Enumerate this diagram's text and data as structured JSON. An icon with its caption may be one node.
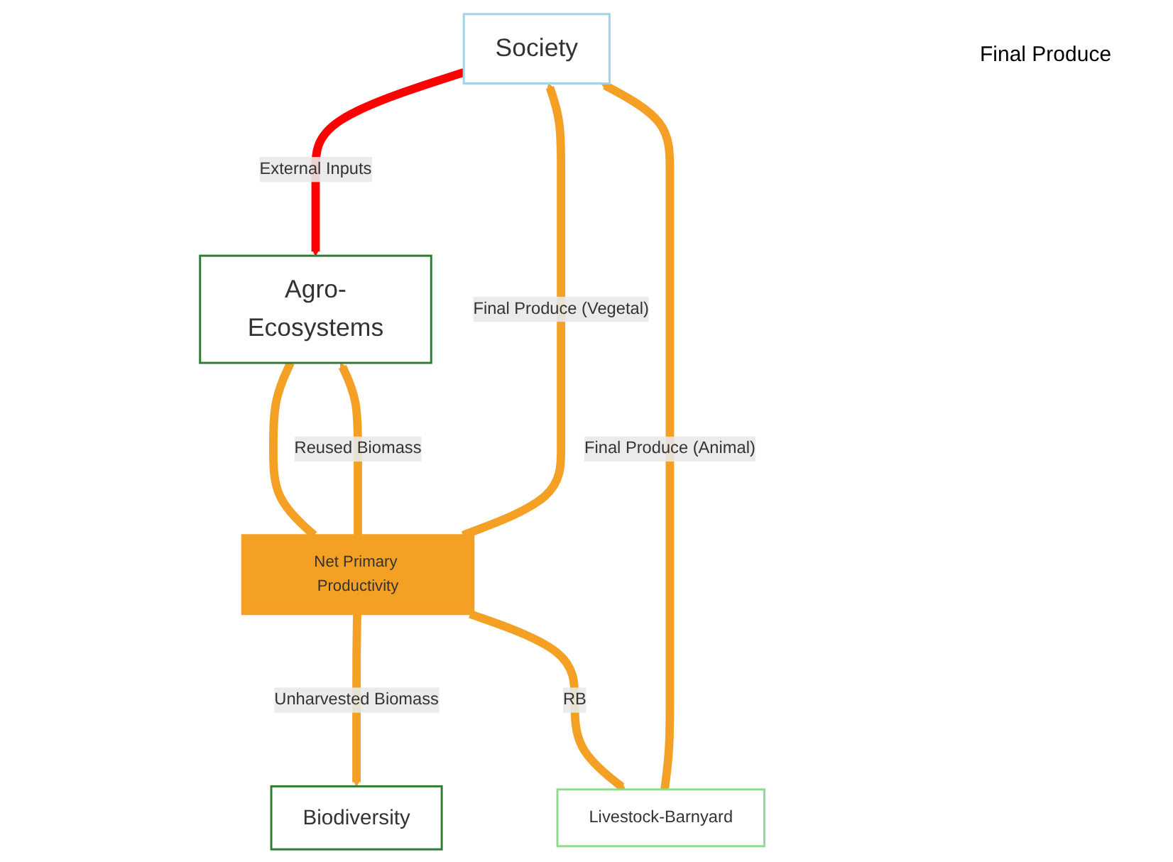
{
  "diagram": {
    "nodes": [
      {
        "text": [
          "Society"
        ]
      },
      {
        "text": [
          "Livestock-Barnyard"
        ]
      },
      {
        "text": [
          "Agro-Ecosystems"
        ]
      },
      {
        "text": [
          "Biodiversity"
        ]
      },
      {
        "text": [
          "Net Primary Productivity"
        ]
      }
    ],
    "edges": [
      {
        "from": 0,
        "to": 2,
        "arrow": "to",
        "label": "External Inputs",
        "color": "#ff0000"
      },
      {
        "from": 2,
        "to": 4,
        "arrow": "none"
      },
      {
        "from": 4,
        "to": 3,
        "arrow": "to",
        "label": "Unharvested Biomass"
      },
      {
        "from": 4,
        "to": 2,
        "arrow": "to",
        "label": "Reused Biomass"
      },
      {
        "from": 4,
        "to": 1,
        "arrow": "to",
        "label": "RB"
      },
      {
        "from": 1,
        "to": 0,
        "arrow": "to",
        "label": "Final Produce (Animal)"
      },
      {
        "from": 4,
        "to": 0,
        "arrow": "to",
        "label": "Final Produce (Vegetal)"
      }
    ],
    "labels": [
      "Final Produce"
    ]
  }
}
